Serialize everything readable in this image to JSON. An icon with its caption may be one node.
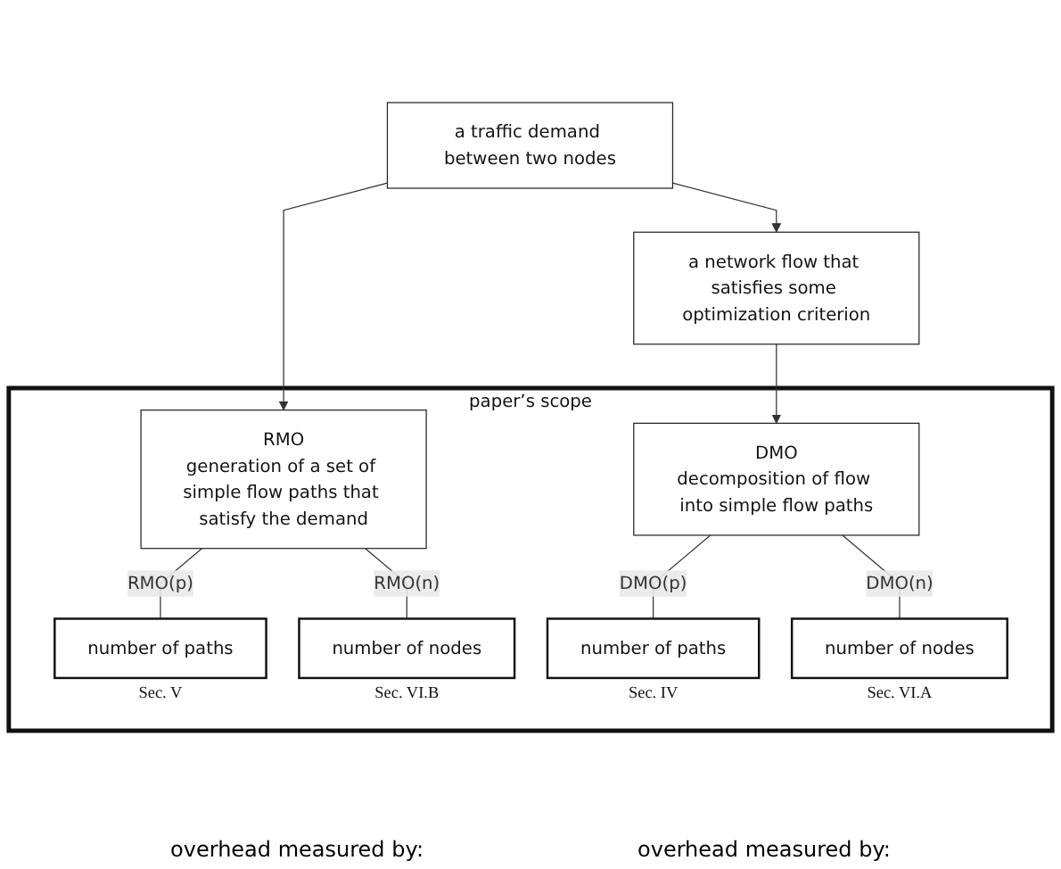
{
  "diagram": {
    "nodes": [
      {
        "text": [
          "a traffic demand between two nodes"
        ]
      },
      {
        "text": [
          "a network flow that satisfies some optimization criterion"
        ]
      },
      {
        "text": [
          "paper’s scope"
        ]
      },
      {
        "text": [
          "RMO",
          "generation of a set of simple flow paths that satisfy the demand"
        ],
        "in": 2
      },
      {
        "text": [
          "DMO",
          "decomposition of flow into simple flow paths"
        ],
        "in": 2
      },
      {
        "text": [
          "number of paths"
        ],
        "beside": [
          "Sec. V"
        ],
        "in": 2
      },
      {
        "text": [
          "number of nodes"
        ],
        "beside": [
          "Sec. VI.B"
        ],
        "in": 2
      },
      {
        "text": [
          "number of paths"
        ],
        "beside": [
          "Sec. IV"
        ],
        "in": 2
      },
      {
        "text": [
          "number of nodes"
        ],
        "beside": [
          "Sec. VI.A"
        ],
        "in": 2
      }
    ],
    "edges": [
      {
        "from": 0,
        "to": 1,
        "arrow": "to"
      },
      {
        "from": 0,
        "to": 3,
        "arrow": "to"
      },
      {
        "from": 1,
        "to": 4,
        "arrow": "to"
      },
      {
        "from": 3,
        "to": 5,
        "label": "RMO(p)",
        "arrow": "none"
      },
      {
        "from": 3,
        "to": 6,
        "label": "RMO(n)",
        "arrow": "none"
      },
      {
        "from": 4,
        "to": 7,
        "label": "DMO(p)",
        "arrow": "none"
      },
      {
        "from": 4,
        "to": 8,
        "label": "DMO(n)",
        "arrow": "none"
      }
    ],
    "labels": [
      "overhead measured by:",
      "overhead measured by:"
    ]
  }
}
